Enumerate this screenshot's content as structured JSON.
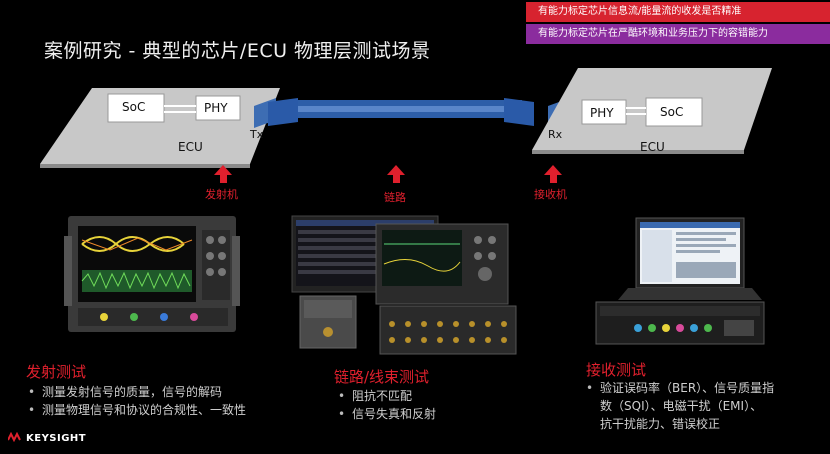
{
  "header": {
    "title": "案例研究 - 典型的芯片/ECU 物理层测试场景",
    "banners": [
      "有能力标定芯片信息流/能量流的收发是否精准",
      "有能力标定芯片在严酷环境和业务压力下的容错能力"
    ]
  },
  "diagram": {
    "left_board": {
      "soc": "SoC",
      "phy": "PHY",
      "ecu": "ECU",
      "port": "Tx"
    },
    "right_board": {
      "soc": "SoC",
      "phy": "PHY",
      "ecu": "ECU",
      "port": "Rx"
    },
    "labels": {
      "tx": "发射机",
      "link": "链路",
      "rx": "接收机"
    }
  },
  "sections": {
    "tx": {
      "title": "发射测试",
      "bullets": [
        "测量发射信号的质量，信号的解码",
        "测量物理信号和协议的合规性、一致性"
      ]
    },
    "link": {
      "title": "链路/线束测试",
      "bullets": [
        "阻抗不匹配",
        "信号失真和反射"
      ]
    },
    "rx": {
      "title": "接收测试",
      "bullets": [
        "验证误码率（BER）、信号质量指",
        "数（SQI）、电磁干扰（EMI）、",
        "抗干扰能力、错误校正"
      ]
    }
  },
  "footer": {
    "brand": "KEYSIGHT"
  },
  "colors": {
    "accent_red": "#e0202d",
    "banner_red": "#d7232f",
    "banner_purple": "#8b2c9e"
  }
}
